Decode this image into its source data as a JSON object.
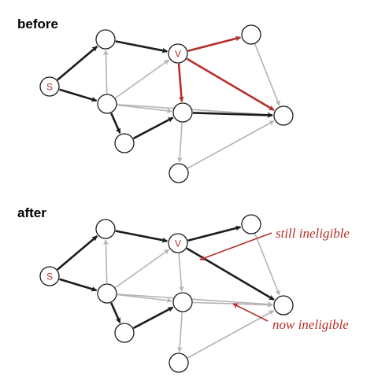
{
  "colors": {
    "accent": "#b5302a",
    "dark": "#1c1c1c",
    "light": "#b4b4b4"
  },
  "panels": [
    {
      "id": "before",
      "title": "before",
      "labels": {
        "s": "S",
        "v": "V"
      },
      "edges": [
        [
          "s",
          "a",
          "dark"
        ],
        [
          "s",
          "b",
          "dark"
        ],
        [
          "a",
          "v",
          "dark"
        ],
        [
          "b",
          "c",
          "dark"
        ],
        [
          "c",
          "d",
          "dark"
        ],
        [
          "d",
          "t",
          "dark"
        ],
        [
          "b",
          "a",
          "light"
        ],
        [
          "b",
          "v",
          "light"
        ],
        [
          "b",
          "d",
          "light"
        ],
        [
          "b",
          "t",
          "light"
        ],
        [
          "d",
          "e",
          "light"
        ],
        [
          "e",
          "t",
          "light"
        ],
        [
          "w",
          "t",
          "light"
        ],
        [
          "v",
          "w",
          "accent"
        ],
        [
          "v",
          "d",
          "accent"
        ],
        [
          "v",
          "t",
          "accent"
        ]
      ],
      "annotations": []
    },
    {
      "id": "after",
      "title": "after",
      "labels": {
        "s": "S",
        "v": "V"
      },
      "edges": [
        [
          "s",
          "a",
          "dark"
        ],
        [
          "s",
          "b",
          "dark"
        ],
        [
          "a",
          "v",
          "dark"
        ],
        [
          "b",
          "c",
          "dark"
        ],
        [
          "c",
          "d",
          "dark"
        ],
        [
          "v",
          "w",
          "dark"
        ],
        [
          "v",
          "t",
          "dark"
        ],
        [
          "b",
          "a",
          "light"
        ],
        [
          "b",
          "v",
          "light"
        ],
        [
          "b",
          "d",
          "light"
        ],
        [
          "b",
          "t",
          "light"
        ],
        [
          "d",
          "e",
          "light"
        ],
        [
          "e",
          "t",
          "light"
        ],
        [
          "w",
          "t",
          "light"
        ],
        [
          "v",
          "d",
          "light"
        ],
        [
          "d",
          "t",
          "light"
        ]
      ],
      "annotations": [
        {
          "text": "still ineligible",
          "target": "v-d"
        },
        {
          "text": "now ineligible",
          "target": "d-t"
        }
      ]
    }
  ]
}
